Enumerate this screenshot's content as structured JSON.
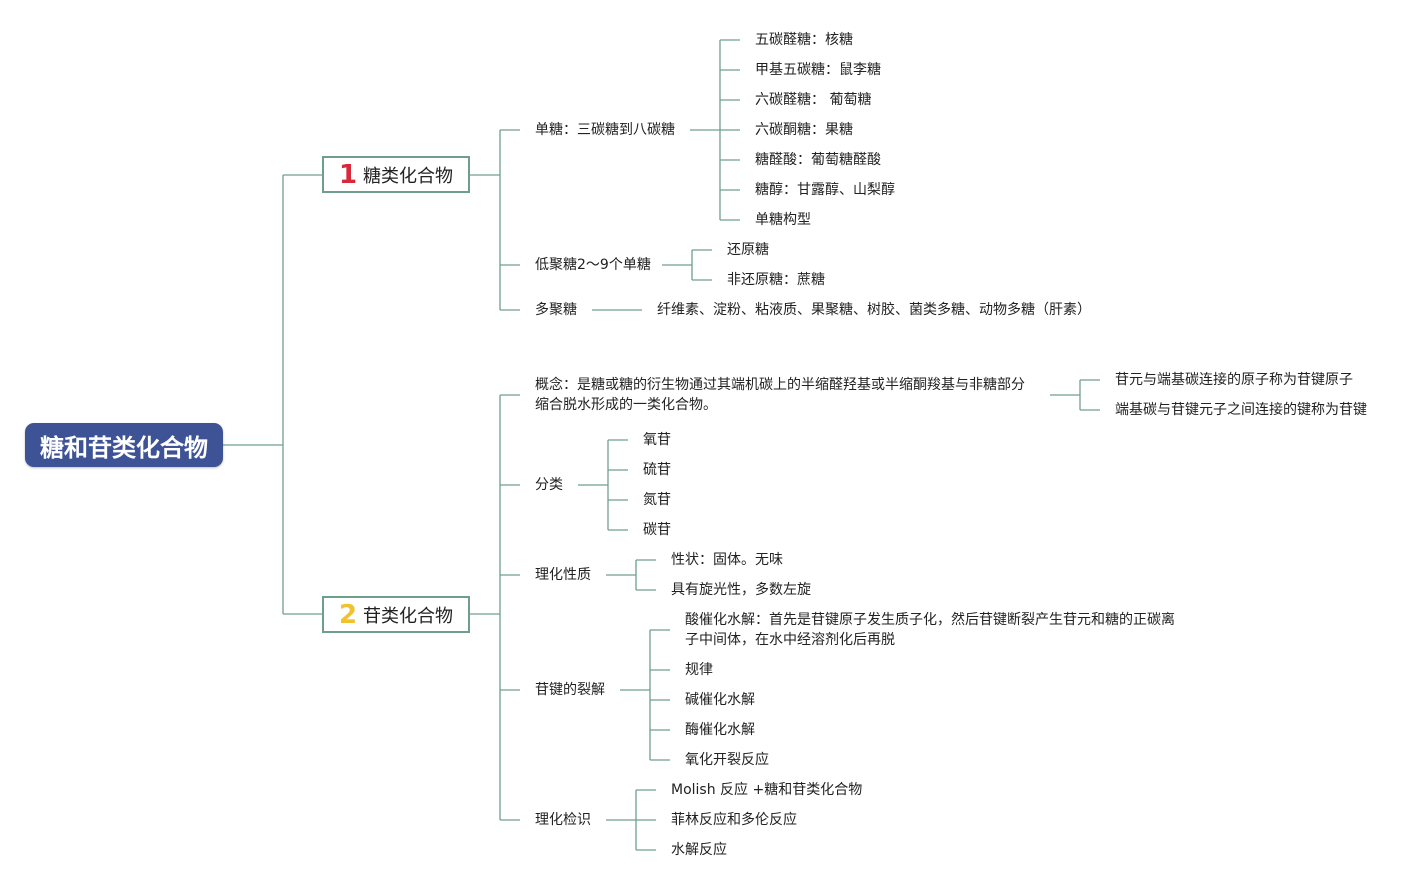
{
  "root": {
    "label": "糖和苷类化合物"
  },
  "colors": {
    "root_fill": "#3d5396",
    "line": "#6f9f8c",
    "num1": "#d8283a",
    "num2": "#f2c12e"
  },
  "branch1": {
    "num": "1",
    "label": "糖类化合物",
    "mono": {
      "label": "单糖：三碳糖到八碳糖",
      "children": [
        "五碳醛糖：核糖",
        "甲基五碳糖：鼠李糖",
        "六碳醛糖： 葡萄糖",
        "六碳酮糖：果糖",
        "糖醛酸：葡萄糖醛酸",
        "糖醇：甘露醇、山梨醇",
        "单糖构型"
      ]
    },
    "oligo": {
      "label": "低聚糖2～9个单糖",
      "children": [
        "还原糖",
        "非还原糖：蔗糖"
      ]
    },
    "poly": {
      "label": "多聚糖",
      "children": [
        "纤维素、淀粉、粘液质、果聚糖、树胶、菌类多糖、动物多糖（肝素）"
      ]
    }
  },
  "branch2": {
    "num": "2",
    "label": "苷类化合物",
    "concept": {
      "label": "概念：是糖或糖的衍生物通过其端机碳上的半缩醛羟基或半缩酮羧基与非糖部分缩合脱水形成的一类化合物。",
      "children": [
        "苷元与端基碳连接的原子称为苷键原子",
        "端基碳与苷键元子之间连接的键称为苷键"
      ]
    },
    "classify": {
      "label": "分类",
      "children": [
        "氧苷",
        "硫苷",
        "氮苷",
        "碳苷"
      ]
    },
    "props": {
      "label": "理化性质",
      "children": [
        "性状：固体。无味",
        "具有旋光性，多数左旋"
      ]
    },
    "cleavage": {
      "label": "苷键的裂解",
      "children": [
        "酸催化水解：首先是苷键原子发生质子化，然后苷键断裂产生苷元和糖的正碳离子中间体，在水中经溶剂化后再脱",
        "规律",
        "碱催化水解",
        "酶催化水解",
        "氧化开裂反应"
      ]
    },
    "detect": {
      "label": "理化检识",
      "children": [
        "Molish 反应 +糖和苷类化合物",
        "菲林反应和多伦反应",
        "水解反应"
      ]
    }
  }
}
